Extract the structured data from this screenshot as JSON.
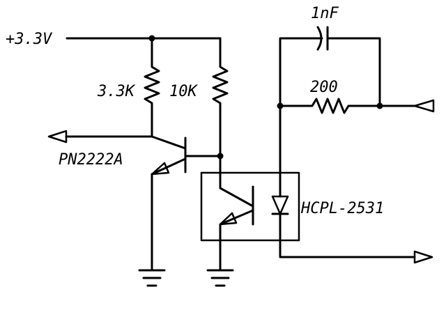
{
  "labels": {
    "supply": "+3.3V",
    "resistor_r1": "3.3K",
    "resistor_r2": "10K",
    "capacitor": "1nF",
    "resistor_r3": "200",
    "transistor": "PN2222A",
    "optocoupler": "HCPL-2531"
  },
  "components": {
    "supply_rail": "+3.3V",
    "r1": "resistor",
    "r2": "resistor",
    "r3": "resistor",
    "c1": "capacitor",
    "q1": "npn-transistor",
    "u1": "optocoupler"
  }
}
